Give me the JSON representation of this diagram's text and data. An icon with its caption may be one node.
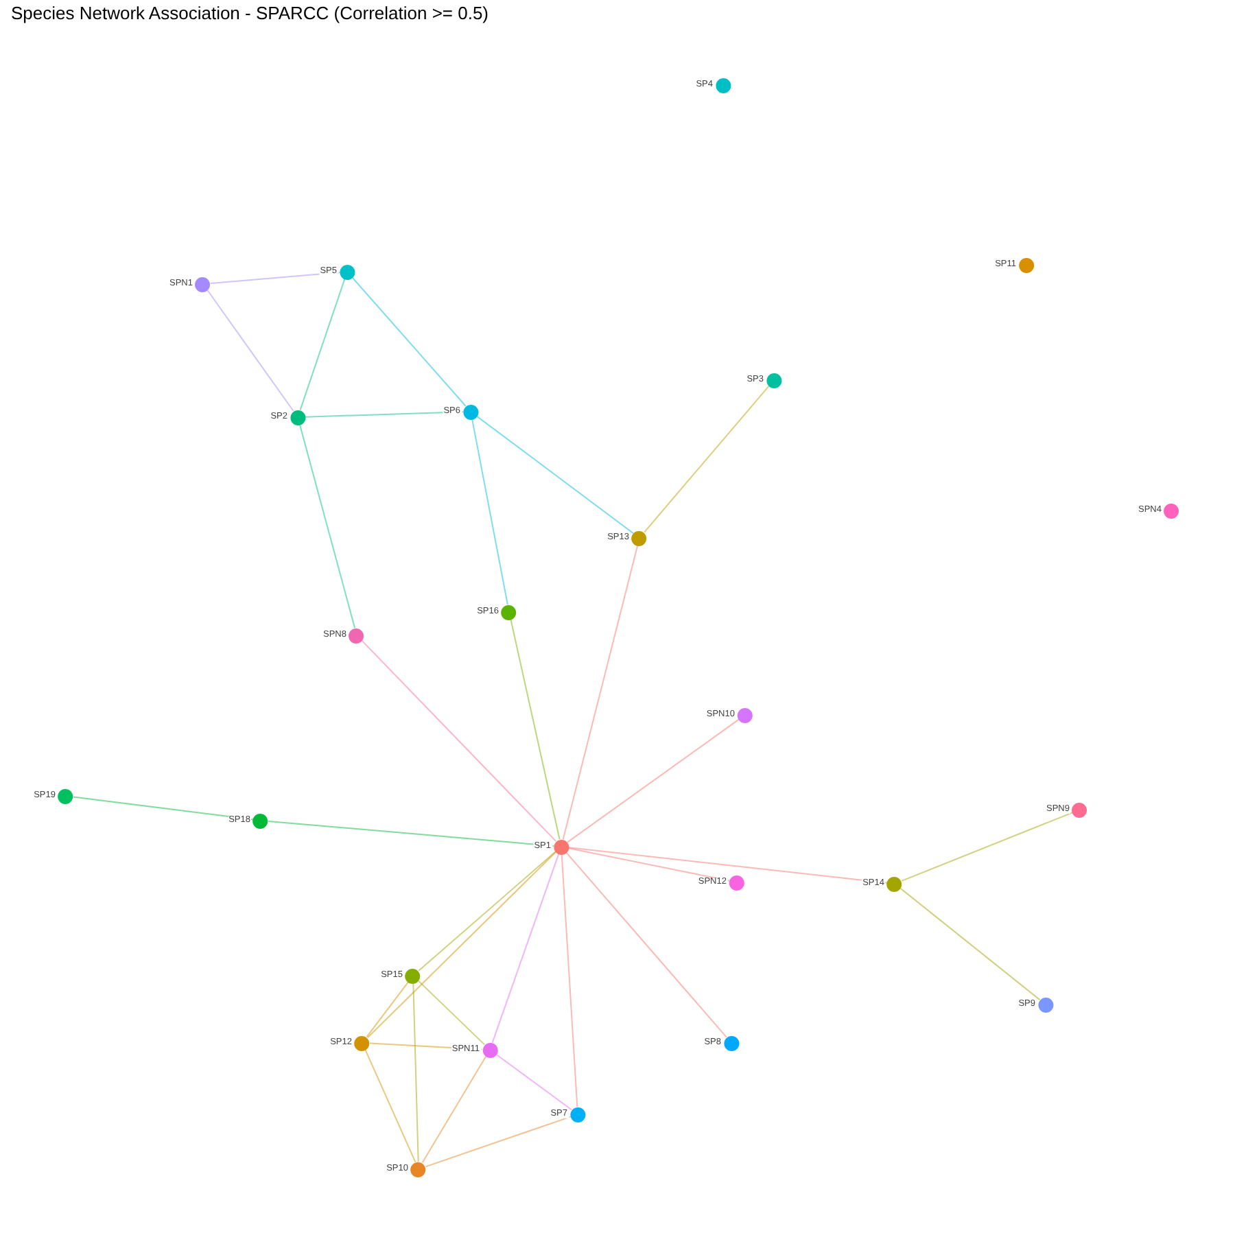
{
  "diagram": {
    "title": "Species Network Association - SPARCC (Correlation >= 0.5)",
    "nodes": [
      {
        "text": [
          "SP4"
        ]
      },
      {
        "text": [
          "SPN1"
        ]
      },
      {
        "text": [
          "SP5"
        ]
      },
      {
        "text": [
          "SP11"
        ]
      },
      {
        "text": [
          "SP2"
        ]
      },
      {
        "text": [
          "SP6"
        ]
      },
      {
        "text": [
          "SP3"
        ]
      },
      {
        "text": [
          "SPN4"
        ]
      },
      {
        "text": [
          "SP13"
        ]
      },
      {
        "text": [
          "SP16"
        ]
      },
      {
        "text": [
          "SPN8"
        ]
      },
      {
        "text": [
          "SPN10"
        ]
      },
      {
        "text": [
          "SP19"
        ]
      },
      {
        "text": [
          "SPN9"
        ]
      },
      {
        "text": [
          "SP18"
        ]
      },
      {
        "text": [
          "SP1"
        ]
      },
      {
        "text": [
          "SPN12"
        ]
      },
      {
        "text": [
          "SP14"
        ]
      },
      {
        "text": [
          "SP15"
        ]
      },
      {
        "text": [
          "SP12"
        ]
      },
      {
        "text": [
          "SPN11"
        ]
      },
      {
        "text": [
          "SP8"
        ]
      },
      {
        "text": [
          "SP9"
        ]
      },
      {
        "text": [
          "SP7"
        ]
      },
      {
        "text": [
          "SP10"
        ]
      }
    ],
    "edges": [
      {
        "from": 1,
        "to": 2,
        "arrow": "none",
        "color": "#a58aff"
      },
      {
        "from": 1,
        "to": 4,
        "arrow": "none",
        "color": "#a58aff"
      },
      {
        "from": 2,
        "to": 4,
        "arrow": "none",
        "color": "#00c08b"
      },
      {
        "from": 2,
        "to": 5,
        "arrow": "none",
        "color": "#00b9e3"
      },
      {
        "from": 4,
        "to": 5,
        "arrow": "none",
        "color": "#00c08b"
      },
      {
        "from": 4,
        "to": 10,
        "arrow": "none",
        "color": "#00c08b"
      },
      {
        "from": 5,
        "to": 8,
        "arrow": "none",
        "color": "#00b9e3"
      },
      {
        "from": 5,
        "to": 9,
        "arrow": "none",
        "color": "#00b9e3"
      },
      {
        "from": 6,
        "to": 8,
        "arrow": "none",
        "color": "#c09b00"
      },
      {
        "from": 8,
        "to": 15,
        "arrow": "none",
        "color": "#f8766d"
      },
      {
        "from": 10,
        "to": 15,
        "arrow": "none",
        "color": "#ff6c91"
      },
      {
        "from": 9,
        "to": 15,
        "arrow": "none",
        "color": "#7cae00"
      },
      {
        "from": 11,
        "to": 15,
        "arrow": "none",
        "color": "#f8766d"
      },
      {
        "from": 12,
        "to": 14,
        "arrow": "none",
        "color": "#00ba38"
      },
      {
        "from": 14,
        "to": 15,
        "arrow": "none",
        "color": "#00ba38"
      },
      {
        "from": 15,
        "to": 16,
        "arrow": "none",
        "color": "#f8766d"
      },
      {
        "from": 15,
        "to": 17,
        "arrow": "none",
        "color": "#f8766d"
      },
      {
        "from": 17,
        "to": 13,
        "arrow": "none",
        "color": "#a3a500"
      },
      {
        "from": 17,
        "to": 22,
        "arrow": "none",
        "color": "#a3a500"
      },
      {
        "from": 15,
        "to": 21,
        "arrow": "none",
        "color": "#f8766d"
      },
      {
        "from": 15,
        "to": 23,
        "arrow": "none",
        "color": "#f8766d"
      },
      {
        "from": 15,
        "to": 20,
        "arrow": "none",
        "color": "#e76bf3"
      },
      {
        "from": 15,
        "to": 18,
        "arrow": "none",
        "color": "#a3a500"
      },
      {
        "from": 15,
        "to": 19,
        "arrow": "none",
        "color": "#d39200"
      },
      {
        "from": 18,
        "to": 19,
        "arrow": "none",
        "color": "#d39200"
      },
      {
        "from": 18,
        "to": 20,
        "arrow": "none",
        "color": "#a3a500"
      },
      {
        "from": 18,
        "to": 24,
        "arrow": "none",
        "color": "#a3a500"
      },
      {
        "from": 19,
        "to": 20,
        "arrow": "none",
        "color": "#d39200"
      },
      {
        "from": 19,
        "to": 24,
        "arrow": "none",
        "color": "#d39200"
      },
      {
        "from": 20,
        "to": 24,
        "arrow": "none",
        "color": "#e88526"
      },
      {
        "from": 20,
        "to": 23,
        "arrow": "none",
        "color": "#e76bf3"
      },
      {
        "from": 23,
        "to": 24,
        "arrow": "none",
        "color": "#e88526"
      }
    ]
  }
}
